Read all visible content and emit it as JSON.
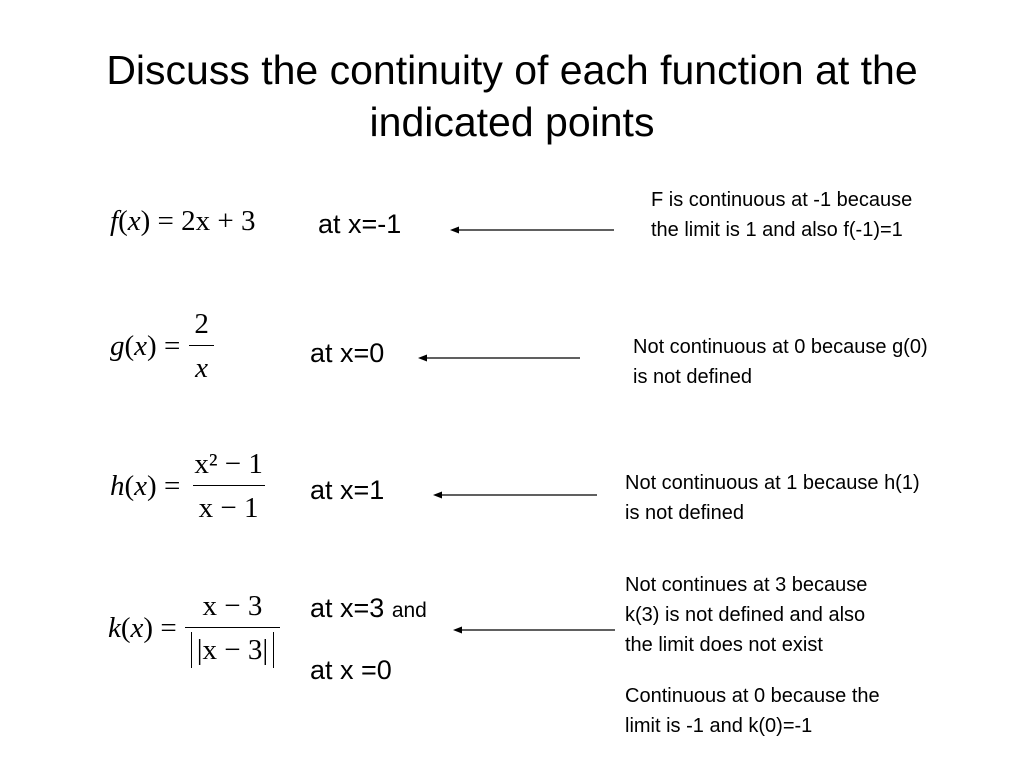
{
  "title": {
    "line1": "Discuss the continuity of each function at the",
    "line2": "indicated points"
  },
  "items": [
    {
      "lhs": "f",
      "var": "x",
      "rhs": "2x + 3",
      "at": "at x=-1",
      "note": [
        "F is continuous at -1 because",
        "the limit is 1 and also f(-1)=1"
      ]
    },
    {
      "lhs": "g",
      "var": "x",
      "numerator": "2",
      "denominator": "x",
      "at": "at x=0",
      "note": [
        "Not continuous at 0 because g(0)",
        "is not defined"
      ]
    },
    {
      "lhs": "h",
      "var": "x",
      "numerator": "x² − 1",
      "denominator": "x − 1",
      "at": "at x=1",
      "note": [
        "Not continuous at 1 because h(1)",
        "is not defined"
      ]
    },
    {
      "lhs": "k",
      "var": "x",
      "numerator": "x − 3",
      "denominator": "|x − 3|",
      "at": "at x=3",
      "at_suffix": "and",
      "at2": "at x =0",
      "note": [
        "Not continues at 3 because",
        "k(3) is not defined and also",
        "the limit does not exist"
      ],
      "note2": [
        "Continuous at 0 because the",
        "limit is -1 and  k(0)=-1"
      ]
    }
  ]
}
